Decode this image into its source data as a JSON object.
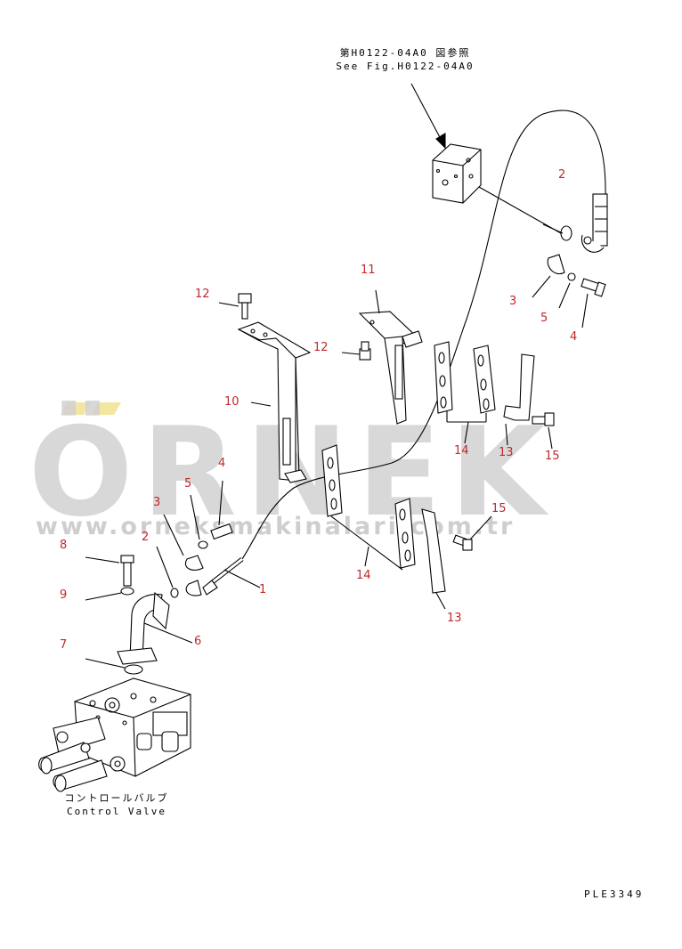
{
  "reference_note": {
    "japanese": "第H0122-04A0 図参照",
    "english": "See Fig.H0122-04A0"
  },
  "component_caption": {
    "japanese": "コントロールバルブ",
    "english": "Control Valve"
  },
  "drawing_code": "PLE3349",
  "watermark": {
    "brand": "ÖRNEK",
    "url": "www.orneksmakinalari.com.tr"
  },
  "callouts": {
    "c2a": "2",
    "c3a": "3",
    "c5a": "5",
    "c4a": "4",
    "c11": "11",
    "c12a": "12",
    "c12b": "12",
    "c10": "10",
    "c14a": "14",
    "c13a": "13",
    "c15a": "15",
    "c4b": "4",
    "c5b": "5",
    "c3b": "3",
    "c2b": "2",
    "c8": "8",
    "c9": "9",
    "c1": "1",
    "c6": "6",
    "c7": "7",
    "c15b": "15",
    "c14b": "14",
    "c13b": "13"
  },
  "colors": {
    "callout": "#c0282d",
    "line": "#000000",
    "watermark": "#d2d2d2"
  }
}
